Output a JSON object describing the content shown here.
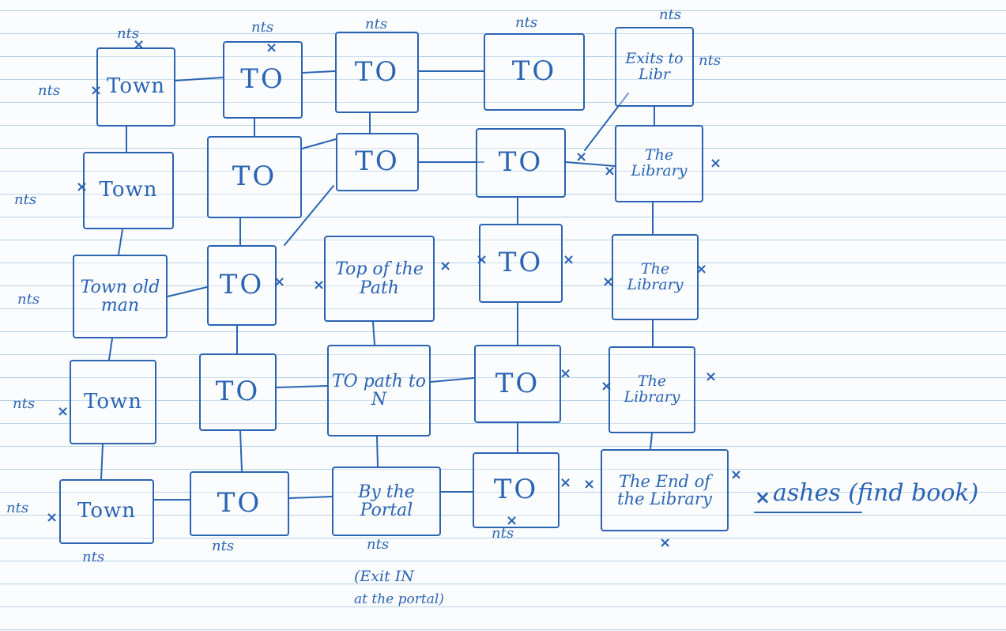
{
  "nodes": {
    "r1c1": "Town",
    "r1c2": "TO",
    "r1c3": "TO",
    "r1c4": "TO",
    "r1c5": "Exits to Libr",
    "r2c1": "Town",
    "r2c2": "TO",
    "r2c3": "TO",
    "r2c4": "TO",
    "r2c5": "The Library",
    "r3c1": "Town old man",
    "r3c2": "TO",
    "r3c3": "Top of the Path",
    "r3c4": "TO",
    "r3c5": "The Library",
    "r4c1": "Town",
    "r4c2": "TO",
    "r4c3": "TO path to N",
    "r4c4": "TO",
    "r4c5": "The Library",
    "r5c1": "Town",
    "r5c2": "TO",
    "r5c3": "By the Portal",
    "r5c4": "TO",
    "r5c5": "The End of the Library"
  },
  "notes": {
    "n1": "nts",
    "n2": "nts",
    "n3": "nts",
    "n4": "nts",
    "n5": "nts",
    "n6": "nts",
    "n7": "nts",
    "n8": "nts",
    "n9": "nts",
    "n10": "nts",
    "n11": "nts",
    "n12": "nts",
    "n13": "nts",
    "n14": "nts",
    "n15": "nts",
    "ashes": "ashes (find book)",
    "portal1": "(Exit IN",
    "portal2": "at the portal)"
  },
  "colors": {
    "ink": "#2a64b3",
    "ruling": "#b9d2e6",
    "paper": "#fbfcfd"
  }
}
